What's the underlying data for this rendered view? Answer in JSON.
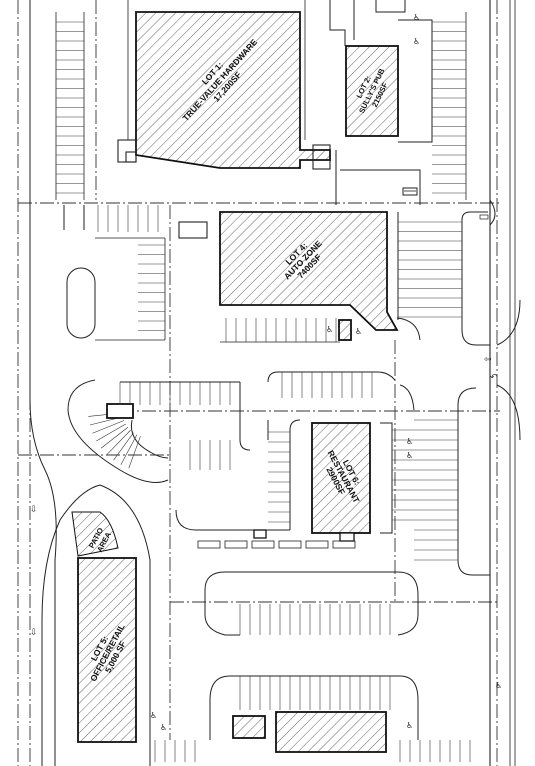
{
  "lots": {
    "lot1": {
      "title": "LOT 1:",
      "name": "TRUE-VALUE HARDWARE",
      "size": "17,200SF"
    },
    "lot2": {
      "title": "LOT 2:",
      "name": "SULLY'S PUB",
      "size": "2150SF"
    },
    "lot4": {
      "title": "LOT 4:",
      "name": "AUTO ZONE",
      "size": "7400SF"
    },
    "lot5": {
      "title": "LOT 5:",
      "name": "OFFICE/RETAIL",
      "size": "5,000 SF"
    },
    "lot6": {
      "title": "LOT 6:",
      "name": "RESTAURANT",
      "size": "2900SF"
    }
  },
  "patio": {
    "line1": "PATIO",
    "line2": "AREA"
  },
  "icons": {
    "accessible": "♿",
    "arrow_down": "⇩",
    "arrow_left": "⇦",
    "arrow_uturn": "↶"
  }
}
